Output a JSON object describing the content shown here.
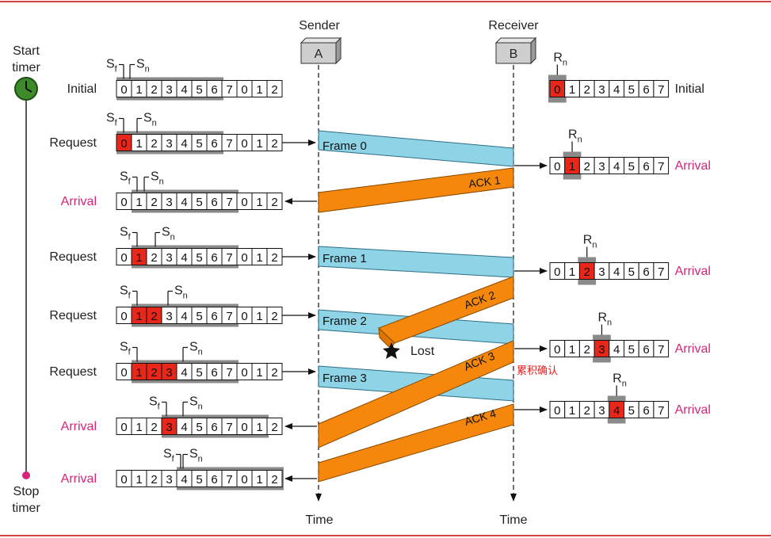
{
  "diagram": {
    "sender_title": "Sender",
    "receiver_title": "Receiver",
    "sender_box": "A",
    "receiver_box": "B",
    "time_label": "Time",
    "timer_start": [
      "Start",
      "timer"
    ],
    "timer_stop": [
      "Stop",
      "timer"
    ],
    "lost_label": "Lost",
    "note": "累积确认",
    "colors": {
      "frame": "#8fd3e6",
      "ack": "#f5870c",
      "highlight": "#e8261a",
      "shade": "#8a8a8a",
      "pink": "#d6247a",
      "border": "#d94040",
      "timer": "#3d8a2a"
    },
    "sender_windows": [
      {
        "label": "Initial",
        "sequence": [
          "0",
          "1",
          "2",
          "3",
          "4",
          "5",
          "6",
          "7",
          "0",
          "1",
          "2"
        ],
        "highlighted": [],
        "sf": "0",
        "sn": "0"
      },
      {
        "label": "Request",
        "sequence": [
          "0",
          "1",
          "2",
          "3",
          "4",
          "5",
          "6",
          "7",
          "0",
          "1",
          "2"
        ],
        "highlighted": [
          "0"
        ],
        "sf": "0",
        "sn": "1"
      },
      {
        "label": "Arrival",
        "sequence": [
          "0",
          "1",
          "2",
          "3",
          "4",
          "5",
          "6",
          "7",
          "0",
          "1",
          "2"
        ],
        "highlighted": [],
        "sf": "1",
        "sn": "1"
      },
      {
        "label": "Request",
        "sequence": [
          "0",
          "1",
          "2",
          "3",
          "4",
          "5",
          "6",
          "7",
          "0",
          "1",
          "2"
        ],
        "highlighted": [
          "1"
        ],
        "sf": "1",
        "sn": "2"
      },
      {
        "label": "Request",
        "sequence": [
          "0",
          "1",
          "2",
          "3",
          "4",
          "5",
          "6",
          "7",
          "0",
          "1",
          "2"
        ],
        "highlighted": [
          "1",
          "2"
        ],
        "sf": "1",
        "sn": "3"
      },
      {
        "label": "Request",
        "sequence": [
          "0",
          "1",
          "2",
          "3",
          "4",
          "5",
          "6",
          "7",
          "0",
          "1",
          "2"
        ],
        "highlighted": [
          "1",
          "2",
          "3"
        ],
        "sf": "1",
        "sn": "4"
      },
      {
        "label": "Arrival",
        "sequence": [
          "0",
          "1",
          "2",
          "3",
          "4",
          "5",
          "6",
          "7",
          "0",
          "1",
          "2"
        ],
        "highlighted": [
          "3"
        ],
        "sf": "3",
        "sn": "4"
      },
      {
        "label": "Arrival",
        "sequence": [
          "0",
          "1",
          "2",
          "3",
          "4",
          "5",
          "6",
          "7",
          "0",
          "1",
          "2"
        ],
        "highlighted": [],
        "sf": "4",
        "sn": "4"
      }
    ],
    "receiver_windows": [
      {
        "label": "Initial",
        "sequence": [
          "0",
          "1",
          "2",
          "3",
          "4",
          "5",
          "6",
          "7"
        ],
        "rn": "0"
      },
      {
        "label": "Arrival",
        "sequence": [
          "0",
          "1",
          "2",
          "3",
          "4",
          "5",
          "6",
          "7"
        ],
        "rn": "1"
      },
      {
        "label": "Arrival",
        "sequence": [
          "0",
          "1",
          "2",
          "3",
          "4",
          "5",
          "6",
          "7"
        ],
        "rn": "2"
      },
      {
        "label": "Arrival",
        "sequence": [
          "0",
          "1",
          "2",
          "3",
          "4",
          "5",
          "6",
          "7"
        ],
        "rn": "3"
      },
      {
        "label": "Arrival",
        "sequence": [
          "0",
          "1",
          "2",
          "3",
          "4",
          "5",
          "6",
          "7"
        ],
        "rn": "4"
      }
    ],
    "frames": [
      "Frame 0",
      "Frame 1",
      "Frame 2",
      "Frame 3"
    ],
    "acks": [
      "ACK 1",
      "ACK 2",
      "ACK 3",
      "ACK 4"
    ],
    "sub_f": "f",
    "sub_n": "n",
    "s_letter": "S",
    "r_letter": "R"
  }
}
